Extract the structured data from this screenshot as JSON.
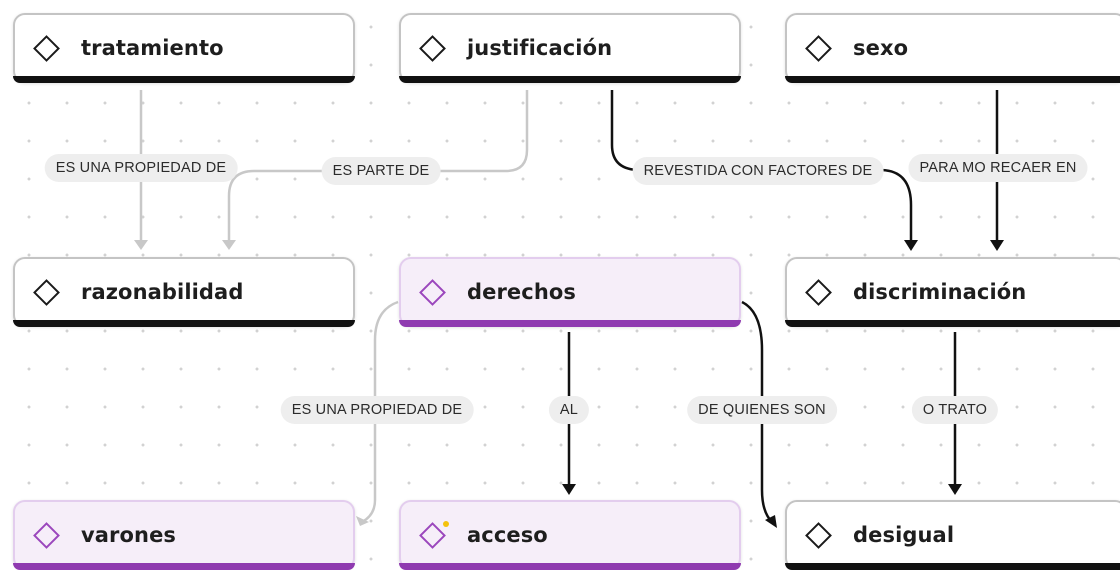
{
  "nodes": {
    "tratamiento": {
      "label": "tratamiento"
    },
    "justificacion": {
      "label": "justificación"
    },
    "sexo": {
      "label": "sexo"
    },
    "razonabilidad": {
      "label": "razonabilidad"
    },
    "derechos": {
      "label": "derechos"
    },
    "discriminacion": {
      "label": "discriminación"
    },
    "varones": {
      "label": "varones"
    },
    "acceso": {
      "label": "acceso"
    },
    "desigual": {
      "label": "desigual"
    }
  },
  "edges": [
    {
      "from": "tratamiento",
      "to": "razonabilidad",
      "label": "ES UNA PROPIEDAD DE"
    },
    {
      "from": "justificacion",
      "to": "razonabilidad",
      "label": "ES PARTE DE"
    },
    {
      "from": "justificacion",
      "to": "discriminacion",
      "label": "REVESTIDA CON FACTORES DE"
    },
    {
      "from": "sexo",
      "to": "discriminacion",
      "label": "PARA MO RECAER EN"
    },
    {
      "from": "derechos",
      "to": "varones",
      "label": "ES UNA PROPIEDAD DE"
    },
    {
      "from": "derechos",
      "to": "acceso",
      "label": "AL"
    },
    {
      "from": "derechos",
      "to": "desigual",
      "label": "DE QUIENES SON"
    },
    {
      "from": "discriminacion",
      "to": "desigual",
      "label": "O TRATO"
    }
  ],
  "colors": {
    "node_border": "#c4c4c4",
    "node_bar": "#111111",
    "selected_node_fill": "#f6eef9",
    "selected_node_bar": "#8f3ab0",
    "edge_gray": "#c8c8c8",
    "edge_black": "#111111",
    "label_bg": "#eeeeee",
    "indicator_dot": "#f4c20d"
  }
}
